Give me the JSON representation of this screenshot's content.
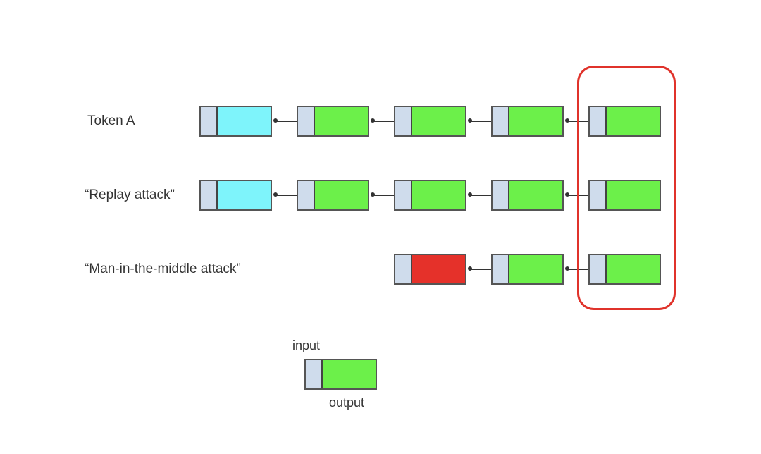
{
  "rows": [
    {
      "label": "Token A",
      "blocks": [
        "cyan",
        "green",
        "green",
        "green",
        "green"
      ]
    },
    {
      "label": "“Replay attack”",
      "blocks": [
        "cyan",
        "green",
        "green",
        "green",
        "green"
      ]
    },
    {
      "label": "“Man-in-the-middle attack”",
      "blocks": [
        "red",
        "green",
        "green"
      ]
    }
  ],
  "colors": {
    "cyan": "#7ef4fb",
    "green": "#6cf04a",
    "red": "#e5312a",
    "input": "#cfdcec",
    "highlight": "#e0332b"
  },
  "legend": {
    "input_label": "input",
    "output_label": "output"
  }
}
